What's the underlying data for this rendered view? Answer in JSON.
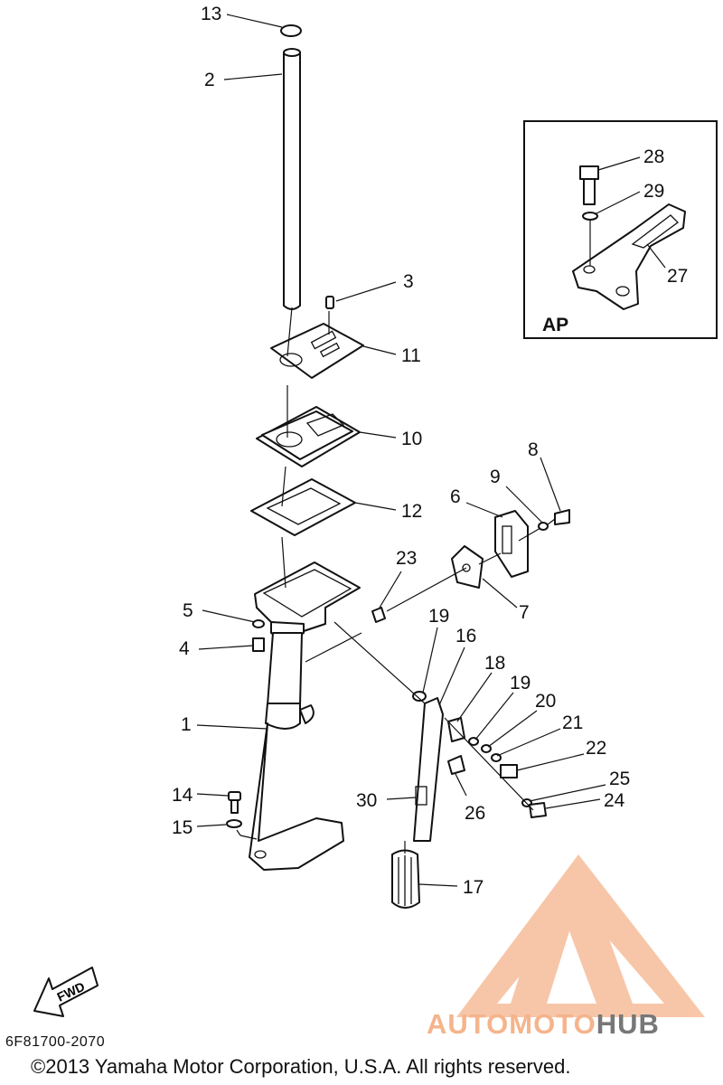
{
  "callouts": [
    {
      "id": "c13",
      "label": "13"
    },
    {
      "id": "c2",
      "label": "2"
    },
    {
      "id": "c3",
      "label": "3"
    },
    {
      "id": "c11",
      "label": "11"
    },
    {
      "id": "c10",
      "label": "10"
    },
    {
      "id": "c12",
      "label": "12"
    },
    {
      "id": "c8",
      "label": "8"
    },
    {
      "id": "c9",
      "label": "9"
    },
    {
      "id": "c6",
      "label": "6"
    },
    {
      "id": "c7",
      "label": "7"
    },
    {
      "id": "c23",
      "label": "23"
    },
    {
      "id": "c5",
      "label": "5"
    },
    {
      "id": "c4",
      "label": "4"
    },
    {
      "id": "c19a",
      "label": "19"
    },
    {
      "id": "c16",
      "label": "16"
    },
    {
      "id": "c18",
      "label": "18"
    },
    {
      "id": "c19b",
      "label": "19"
    },
    {
      "id": "c20",
      "label": "20"
    },
    {
      "id": "c21",
      "label": "21"
    },
    {
      "id": "c22",
      "label": "22"
    },
    {
      "id": "c1",
      "label": "1"
    },
    {
      "id": "c25",
      "label": "25"
    },
    {
      "id": "c24",
      "label": "24"
    },
    {
      "id": "c14",
      "label": "14"
    },
    {
      "id": "c15",
      "label": "15"
    },
    {
      "id": "c30",
      "label": "30"
    },
    {
      "id": "c26",
      "label": "26"
    },
    {
      "id": "c17",
      "label": "17"
    },
    {
      "id": "c28",
      "label": "28"
    },
    {
      "id": "c29",
      "label": "29"
    },
    {
      "id": "c27",
      "label": "27"
    }
  ],
  "inset": {
    "label": "AP"
  },
  "fwd_label": "FWD",
  "part_code": "6F81700-2070",
  "copyright": "©2013 Yamaha Motor Corporation, U.S.A. All rights reserved.",
  "watermark": {
    "part1": "AUTO",
    "part2": "MOTO",
    "part3": "HUB"
  },
  "colors": {
    "line": "#111111",
    "watermark_orange": "#f5b48c",
    "watermark_gray": "#777777"
  }
}
